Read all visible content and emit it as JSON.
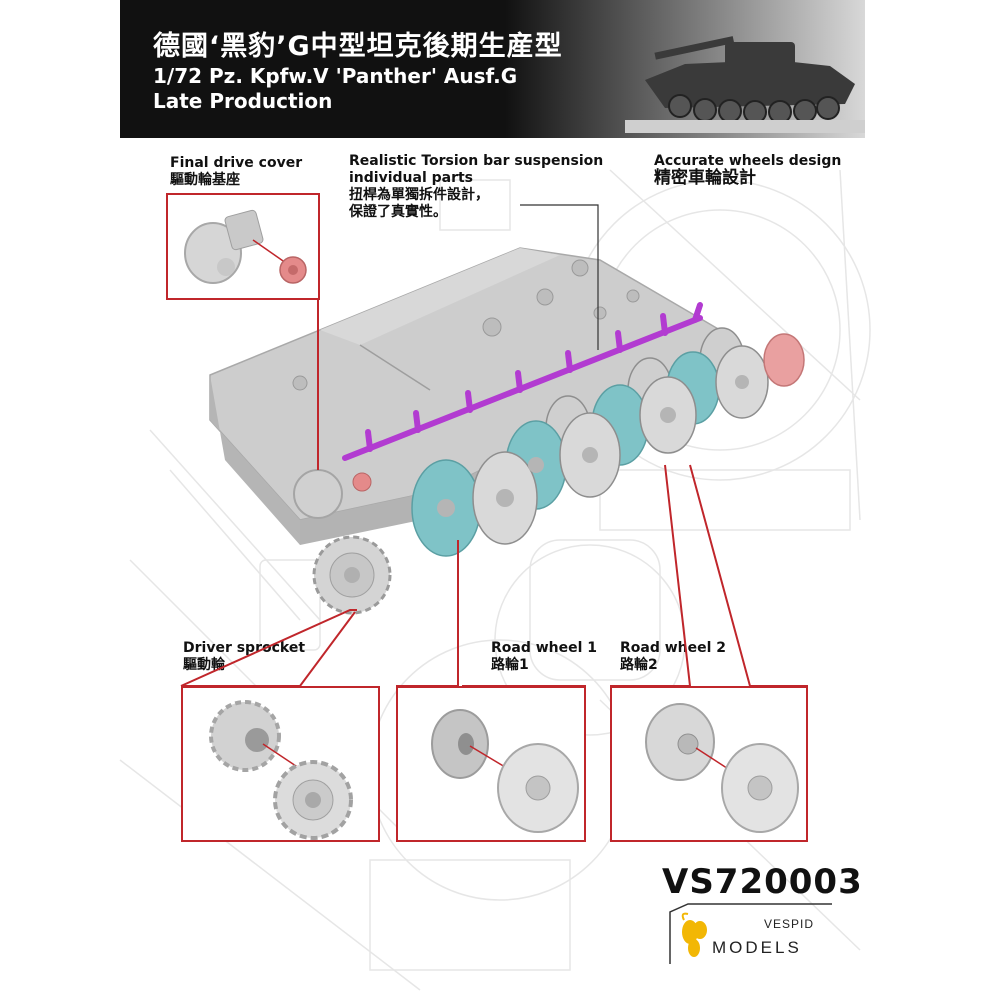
{
  "header": {
    "title_cn": "德國‘黑豹’G中型坦克後期生産型",
    "title_en_line1": "1/72 Pz. Kpfw.V 'Panther' Ausf.G",
    "title_en_line2": "Late Production"
  },
  "callouts": {
    "final_drive": {
      "en": "Final drive cover",
      "cn": "驅動輪基座"
    },
    "torsion_bar": {
      "en_line1": "Realistic Torsion bar suspension",
      "en_line2": "individual parts",
      "cn_line1": "扭桿為單獨拆件設計，",
      "cn_line2": "保證了真實性。"
    },
    "wheels_design": {
      "en": "Accurate wheels design",
      "cn": "精密車輪設計"
    },
    "driver_sprocket": {
      "en": "Driver sprocket",
      "cn": "驅動輪"
    },
    "road_wheel_1": {
      "en": "Road wheel 1",
      "cn": "路輪1"
    },
    "road_wheel_2": {
      "en": "Road wheel 2",
      "cn": "路輪2"
    }
  },
  "product_code": "VS720003",
  "brand": {
    "line1": "VESPID",
    "line2": "MODELS"
  },
  "colors": {
    "highlight_red": "#c0262b",
    "torsion_purple": "#b23bd1",
    "wheel_teal": "#7fc3c7",
    "part_pink": "#e48a8a",
    "hull_gray": "#c8c8c8"
  }
}
